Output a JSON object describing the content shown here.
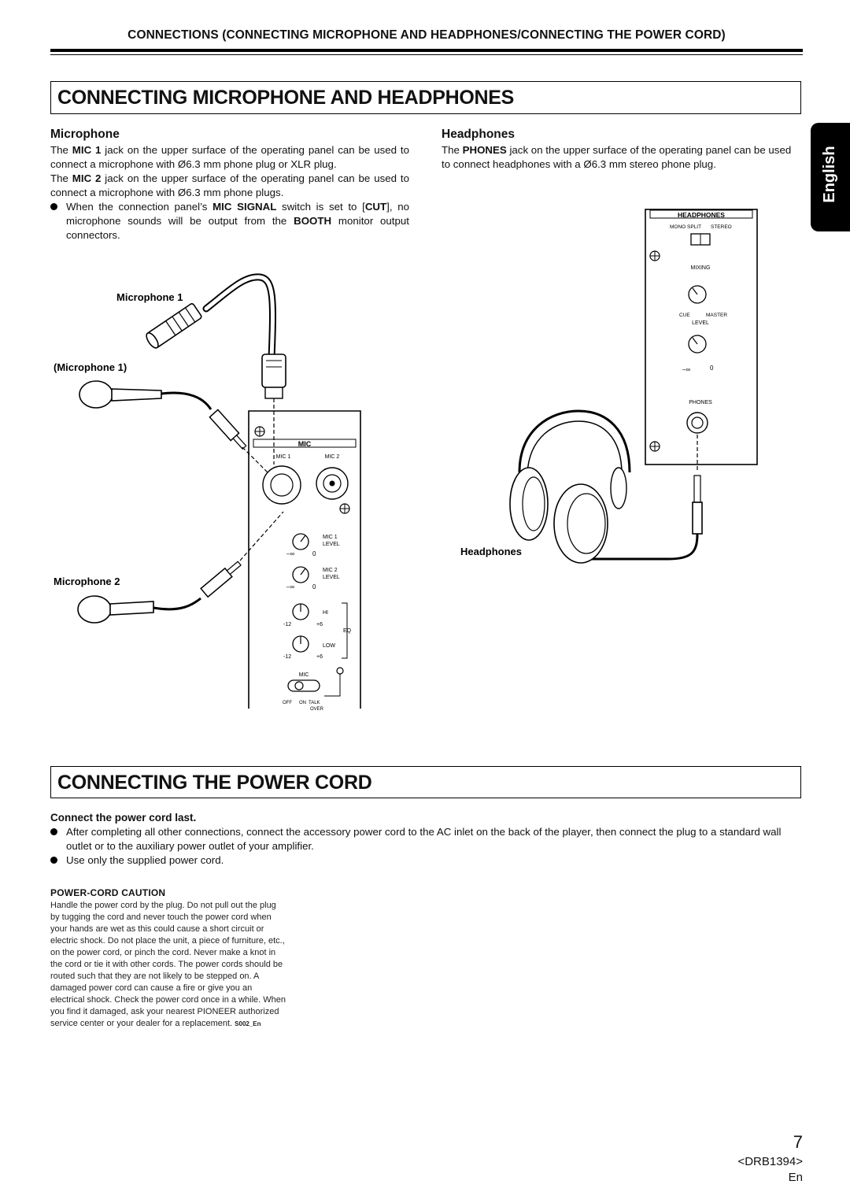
{
  "header": {
    "title": "CONNECTIONS (CONNECTING MICROPHONE AND HEADPHONES/CONNECTING THE POWER CORD)"
  },
  "language_tab": "English",
  "section1": {
    "title": "CONNECTING MICROPHONE AND HEADPHONES",
    "microphone": {
      "heading": "Microphone",
      "p1_a": "The ",
      "p1_b": "MIC 1",
      "p1_c": " jack on the upper surface of the operating panel can be used to connect a microphone with Ø6.3 mm phone plug or XLR plug.",
      "p2_a": "The ",
      "p2_b": "MIC 2",
      "p2_c": " jack on the upper surface of the operating panel can be used to connect a microphone with Ø6.3 mm phone plugs.",
      "bullet_a": "When the connection panel’s ",
      "bullet_b": "MIC SIGNAL",
      "bullet_c": " switch is set to [",
      "bullet_d": "CUT",
      "bullet_e": "], no microphone sounds will be output from the ",
      "bullet_f": "BOOTH",
      "bullet_g": " monitor output connectors."
    },
    "headphones": {
      "heading": "Headphones",
      "p1_a": "The ",
      "p1_b": "PHONES",
      "p1_c": " jack on the upper surface of the operating panel can be used to connect headphones with a Ø6.3 mm stereo phone plug."
    },
    "figure_mic": {
      "label_mic1": "Microphone 1",
      "label_mic1_paren": "(Microphone 1)",
      "label_mic2": "Microphone 2",
      "panel_title": "MIC",
      "mic1": "MIC 1",
      "mic2": "MIC 2",
      "mic1_level_a": "MIC 1",
      "mic1_level_b": "LEVEL",
      "mic2_level_a": "MIC 2",
      "mic2_level_b": "LEVEL",
      "minus_inf": "–∞",
      "zero": "0",
      "hi": "HI",
      "low": "LOW",
      "eq": "EQ",
      "minus12": "-12",
      "plus6": "+6",
      "switch_label": "MIC",
      "off": "OFF",
      "on": "ON",
      "talk": "TALK",
      "over": "OVER"
    },
    "figure_hp": {
      "panel_title": "HEADPHONES",
      "mono_split": "MONO SPLIT",
      "stereo": "STEREO",
      "mixing": "MIXING",
      "cue": "CUE",
      "master": "MASTER",
      "level": "LEVEL",
      "minus_inf": "–∞",
      "zero": "0",
      "phones": "PHONES",
      "label": "Headphones"
    }
  },
  "section2": {
    "title": "CONNECTING THE POWER CORD",
    "heading": "Connect the power cord last.",
    "bullet1": "After completing all other connections, connect the accessory power cord to the AC inlet on the back of the player, then connect the plug to a standard wall outlet or to the auxiliary power outlet of your amplifier.",
    "bullet2": "Use only the supplied power cord.",
    "caution_title": "POWER-CORD CAUTION",
    "caution_text": "Handle the power cord by the plug. Do not pull out the plug by tugging the cord and never touch the power cord when your hands are wet as this could cause a short circuit or electric shock. Do not place the unit, a piece of furniture, etc., on the power cord, or pinch the cord. Never make a knot in the cord or tie it with other cords. The power cords should be routed such that they are not likely to be stepped on. A damaged power cord can cause a fire or give you an electrical shock. Check the power cord once in a while. When you find it damaged, ask your nearest PIONEER authorized service center or your dealer for a replacement.",
    "caution_code": "S002_En"
  },
  "footer": {
    "page_number": "7",
    "doc_code": "<DRB1394>",
    "lang": "En"
  }
}
